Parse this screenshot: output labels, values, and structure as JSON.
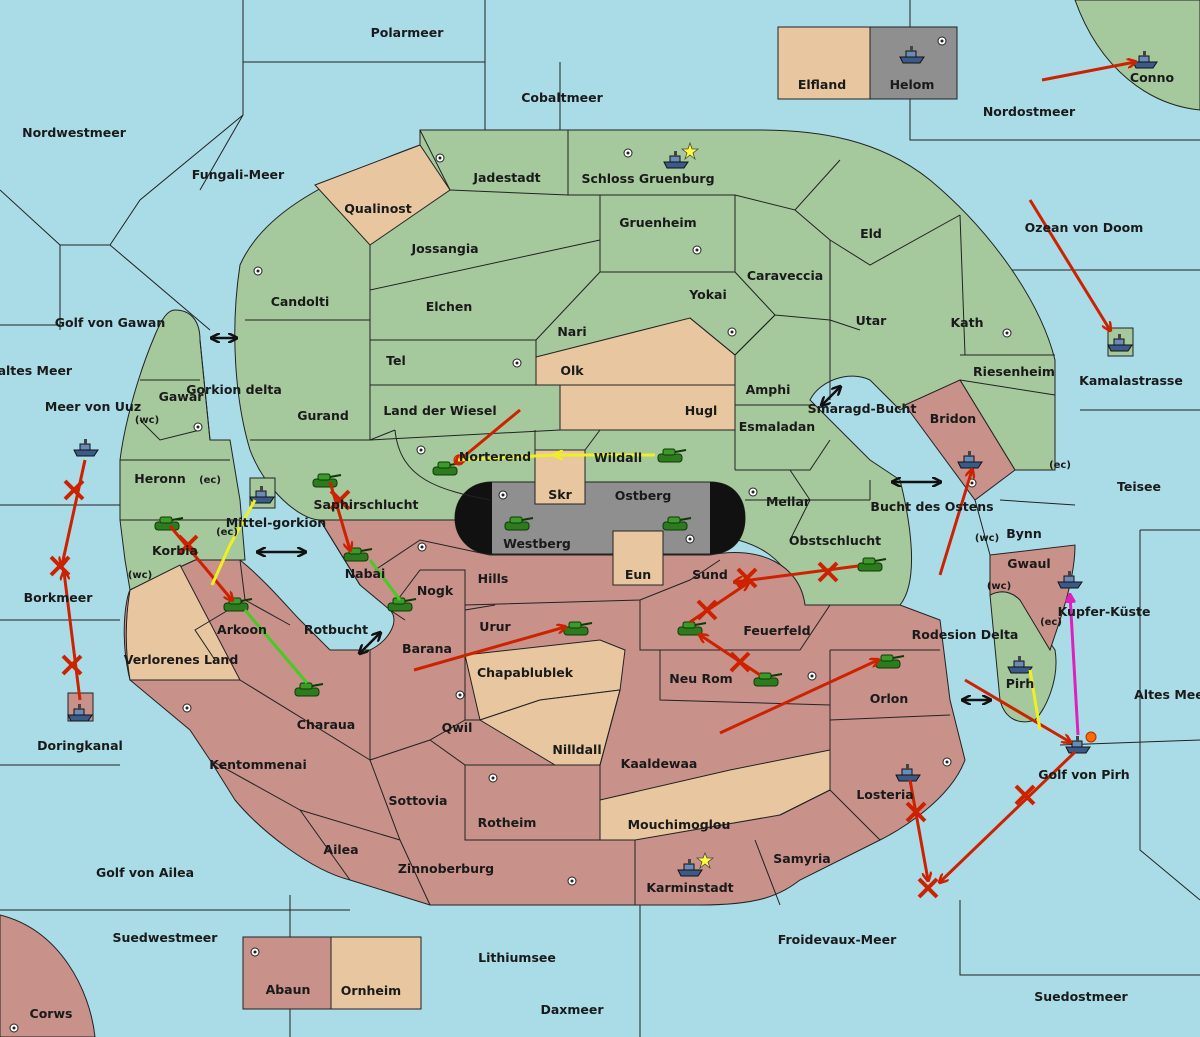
{
  "colors": {
    "sea": "#aadce8",
    "neutral_green": "#a5c89c",
    "owner_red": "#c8918a",
    "owner_tan": "#e8c7a0",
    "owner_grey": "#8f8f8f",
    "order_move": "#cc2200",
    "order_support": "#f0f020",
    "order_support_green": "#44cc22",
    "order_convoy": "#dd22bb",
    "failed_x": "#cc2200"
  },
  "map": {
    "seas": {
      "polarmeer": "Polarmeer",
      "cobaltmeer": "Cobaltmeer",
      "nordwestmeer": "Nordwestmeer",
      "fungali_meer": "Fungali-Meer",
      "nordostmeer": "Nordostmeer",
      "ozean_von_doom": "Ozean von Doom",
      "golf_von_gawan": "Golf von Gawan",
      "kaltes_meer": "Kaltes Meer",
      "meer_von_uuz": "Meer von Uuz",
      "gorkion_delta": "Gorkion delta",
      "mittel_gorkion": "Mittel-gorkion",
      "borkmeer": "Borkmeer",
      "doringkanal": "Doringkanal",
      "rotbucht": "Rotbucht",
      "smaragd_bucht": "Smaragd-Bucht",
      "bucht_des_ostens": "Bucht des Ostens",
      "teisee": "Teisee",
      "kamalastrasse": "Kamalastrasse",
      "kupfer_kueste": "Kupfer-Küste",
      "rodesion_delta": "Rodesion Delta",
      "altes_meer": "Altes Meer",
      "golf_von_pirh": "Golf von Pirh",
      "golf_von_ailea": "Golf von Ailea",
      "suedwestmeer": "Suedwestmeer",
      "lithiumsee": "Lithiumsee",
      "froidevaux_meer": "Froidevaux-Meer",
      "daxmeer": "Daxmeer",
      "suedostmeer": "Suedostmeer"
    },
    "provinces": {
      "elfland": "Elfland",
      "helom": "Helom",
      "conno": "Conno",
      "jadestadt": "Jadestadt",
      "schloss_gruenburg": "Schloss Gruenburg",
      "qualinost": "Qualinost",
      "gruenheim": "Gruenheim",
      "eld": "Eld",
      "jossangia": "Jossangia",
      "caraveccia": "Caraveccia",
      "candolti": "Candolti",
      "elchen": "Elchen",
      "yokai": "Yokai",
      "utar": "Utar",
      "kath": "Kath",
      "nari": "Nari",
      "tel": "Tel",
      "olk": "Olk",
      "amphi": "Amphi",
      "riesenheim": "Riesenheim",
      "gawar": "Gawar",
      "land_der_wiesel": "Land der Wiesel",
      "hugl": "Hugl",
      "gurand": "Gurand",
      "esmaladan": "Esmaladan",
      "bridon": "Bridon",
      "norterend": "Norterend",
      "wildall": "Wildall",
      "heronn": "Heronn",
      "skr": "Skr",
      "ostberg": "Ostberg",
      "mellar": "Mellar",
      "saphirschlucht": "Saphirschlucht",
      "westberg": "Westberg",
      "obstschlucht": "Obstschlucht",
      "bynn": "Bynn",
      "korbia": "Korbia",
      "nabai": "Nabai",
      "hills": "Hills",
      "eun": "Eun",
      "sund": "Sund",
      "gwaul": "Gwaul",
      "nogk": "Nogk",
      "arkoon": "Arkoon",
      "urur": "Urur",
      "feuerfeld": "Feuerfeld",
      "barana": "Barana",
      "verlorenes_land": "Verlorenes Land",
      "chapablublek": "Chapablublek",
      "neu_rom": "Neu Rom",
      "orlon": "Orlon",
      "pirh": "Pirh",
      "charaua": "Charaua",
      "qwil": "Qwil",
      "nilldall": "Nilldall",
      "kentommenai": "Kentommenai",
      "kaaldewaa": "Kaaldewaa",
      "losteria": "Losteria",
      "sottovia": "Sottovia",
      "rotheim": "Rotheim",
      "mouchimoglou": "Mouchimoglou",
      "ailea": "Ailea",
      "samyria": "Samyria",
      "zinnoberburg": "Zinnoberburg",
      "karminstadt": "Karminstadt",
      "abaun": "Abaun",
      "ornheim": "Ornheim",
      "corws": "Corws"
    },
    "coast_tags": {
      "wc": "(wc)",
      "ec": "(ec)"
    }
  }
}
